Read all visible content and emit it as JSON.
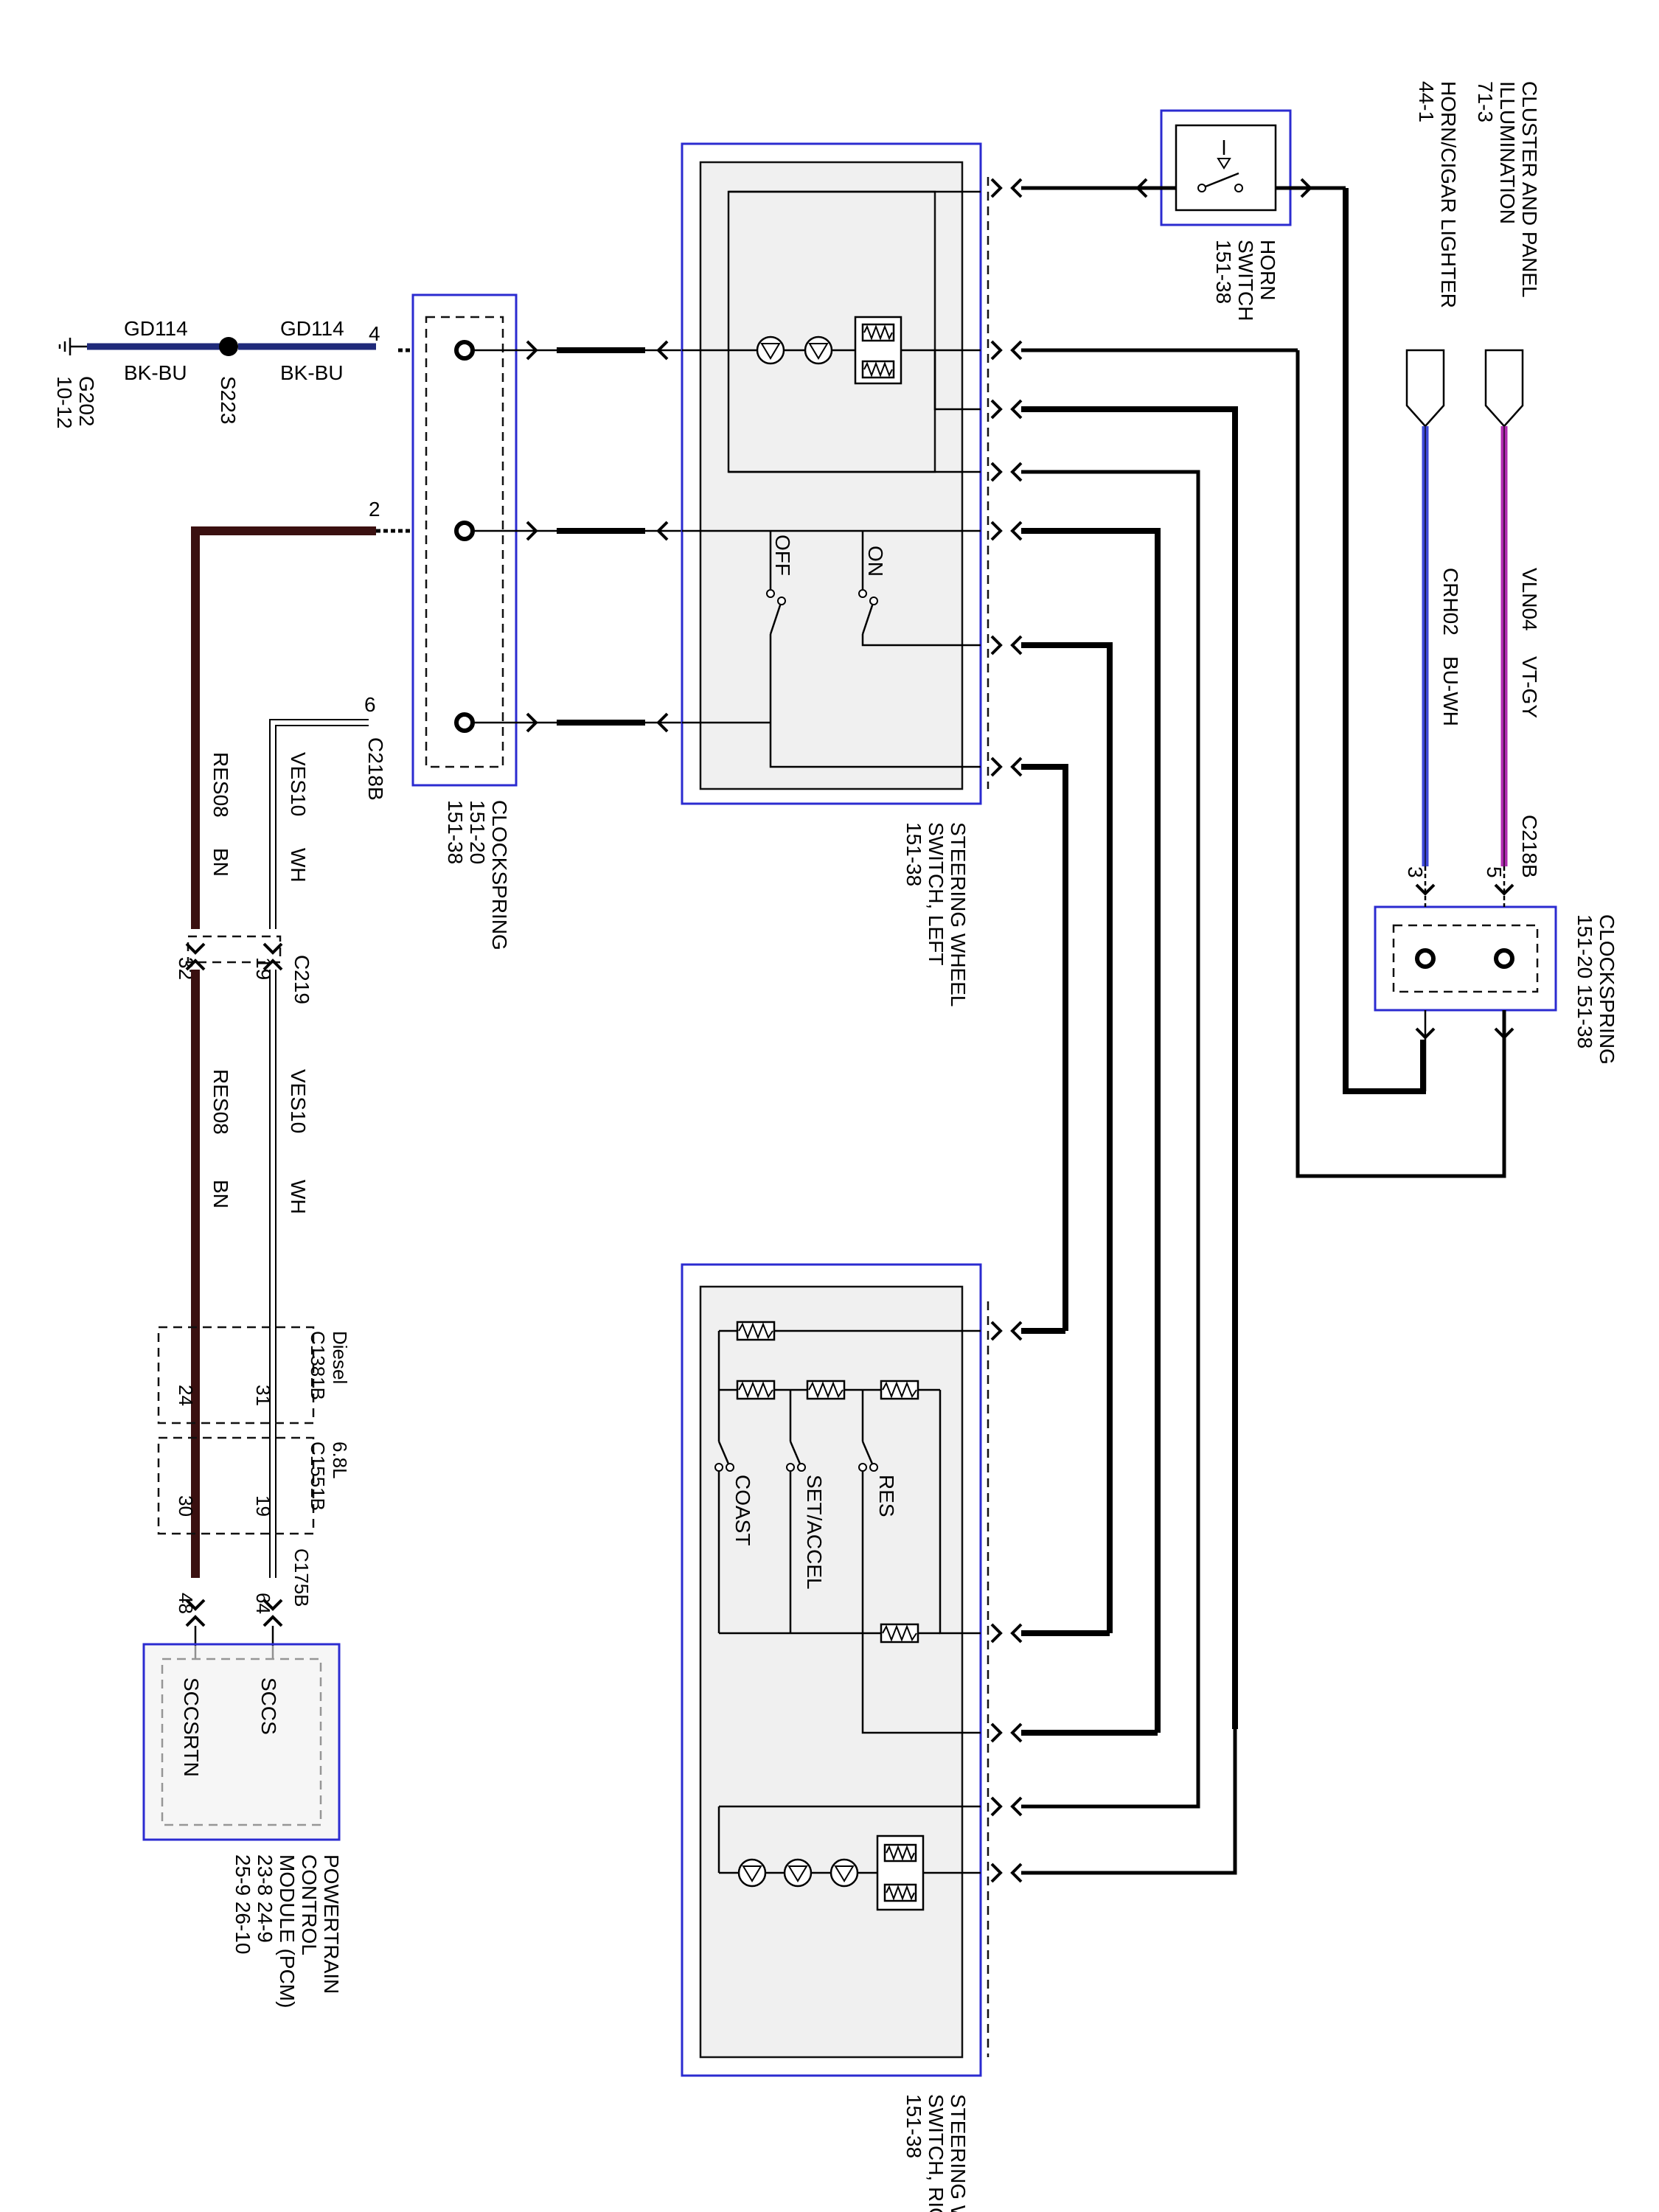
{
  "left_module": {
    "gnd": "G202",
    "gnd_ref": "10-12",
    "wire1_id": "GD114",
    "wire1_color": "BK-BU",
    "splice": "S223",
    "wire2_id": "GD114",
    "wire2_color": "BK-BU",
    "pin_4": "4",
    "pin_2": "2",
    "pin_6": "6",
    "conn_c218b": "C218B",
    "clockspring_name": "CLOCKSPRING",
    "clockspring_ref1": "151-20",
    "clockspring_ref2": "151-38"
  },
  "left_switch": {
    "off": "OFF",
    "on": "ON",
    "name1": "STEERING WHEEL",
    "name2": "SWITCH, LEFT",
    "ref": "151-38"
  },
  "right_switch": {
    "coast": "COAST",
    "set_accel": "SET/ACCEL",
    "res": "RES",
    "name1": "STEERING WHEEL",
    "name2": "SWITCH, RIGHT",
    "ref": "151-38"
  },
  "horn": {
    "name1": "HORN",
    "name2": "SWITCH",
    "ref": "151-38"
  },
  "top_right": {
    "cluster1": "CLUSTER AND PANEL",
    "cluster2": "ILLUMINATION",
    "cluster_ref": "71-3",
    "horn_lighter": "HORN/CIGAR LIGHTER",
    "horn_lighter_ref": "44-1",
    "wire_crh02": "CRH02",
    "wire_crh02_color": "BU-WH",
    "wire_vln04": "VLN04",
    "wire_vln04_color": "VT-GY",
    "conn": "C218B",
    "pin_3": "3",
    "pin_5": "5",
    "clockspring_name": "CLOCKSPRING",
    "clockspring_ref": "151-20   151-38"
  },
  "wires": {
    "res08": "RES08",
    "bn": "BN",
    "ves10": "VES10",
    "wh": "WH",
    "c219": "C219",
    "pin_32": "32",
    "pin_19": "19",
    "diesel": "Diesel",
    "c1381b": "C1381B",
    "pin_31": "31",
    "pin_24": "24",
    "l68": "6.8L",
    "c1551b": "C1551B",
    "pin_19b": "19",
    "pin_30": "30",
    "c175b": "C175B",
    "pin_64": "64",
    "pin_48": "48"
  },
  "pcm": {
    "sccs": "SCCS",
    "sccsrtn": "SCCSRTN",
    "name1": "POWERTRAIN",
    "name2": "CONTROL",
    "name3": "MODULE (PCM)",
    "ref1": "23-8       24-9",
    "ref2": "25-9       26-10"
  },
  "colors": {
    "module_border": "#2b2bd0",
    "res08_wire": "#3a1010",
    "gd114_wire": "#1f2a7a",
    "crh02_wire": "#3d49d8",
    "vln04_wire": "#b02ab0"
  }
}
